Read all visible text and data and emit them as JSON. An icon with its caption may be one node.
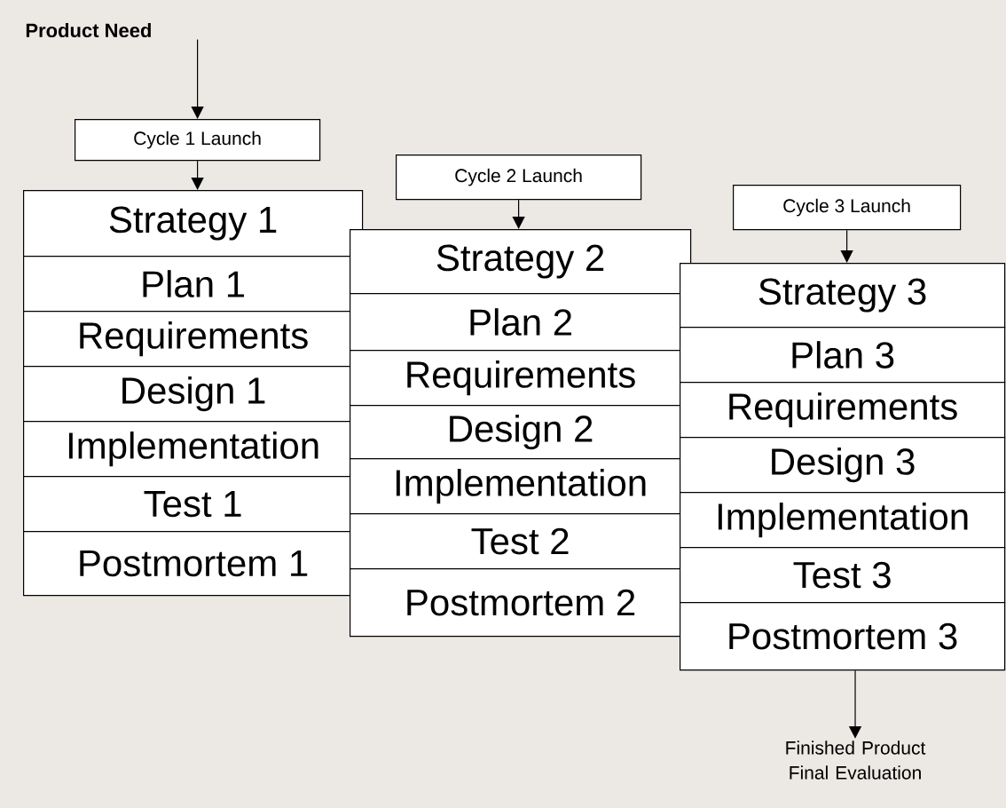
{
  "diagram": {
    "nodes": [
      {
        "text": [
          "Product Need"
        ]
      },
      {
        "text": [
          "Cycle 1 Launch"
        ]
      },
      {
        "text": [
          "Strategy 1"
        ]
      },
      {
        "text": [
          "Plan 1"
        ]
      },
      {
        "text": [
          "Requirements"
        ]
      },
      {
        "text": [
          "Design 1"
        ]
      },
      {
        "text": [
          "Implementation"
        ]
      },
      {
        "text": [
          "Test 1"
        ]
      },
      {
        "text": [
          "Postmortem 1"
        ]
      },
      {
        "text": [
          "Cycle 2 Launch"
        ]
      },
      {
        "text": [
          "Strategy 2"
        ]
      },
      {
        "text": [
          "Plan 2"
        ]
      },
      {
        "text": [
          "Requirements"
        ]
      },
      {
        "text": [
          "Design 2"
        ]
      },
      {
        "text": [
          "Implementation"
        ]
      },
      {
        "text": [
          "Test 2"
        ]
      },
      {
        "text": [
          "Postmortem 2"
        ]
      },
      {
        "text": [
          "Cycle 3 Launch"
        ]
      },
      {
        "text": [
          "Strategy 3"
        ]
      },
      {
        "text": [
          "Plan 3"
        ]
      },
      {
        "text": [
          "Requirements"
        ]
      },
      {
        "text": [
          "Design 3"
        ]
      },
      {
        "text": [
          "Implementation"
        ]
      },
      {
        "text": [
          "Test 3"
        ]
      },
      {
        "text": [
          "Postmortem 3"
        ]
      },
      {
        "text": [
          "Finished Product Final Evaluation"
        ]
      }
    ],
    "edges": [
      {
        "from": 0,
        "to": 1,
        "arrow": "to"
      },
      {
        "from": 1,
        "to": 2,
        "arrow": "to"
      },
      {
        "from": 9,
        "to": 10,
        "arrow": "to"
      },
      {
        "from": 17,
        "to": 18,
        "arrow": "to"
      },
      {
        "from": 24,
        "to": 25,
        "arrow": "to"
      }
    ]
  }
}
